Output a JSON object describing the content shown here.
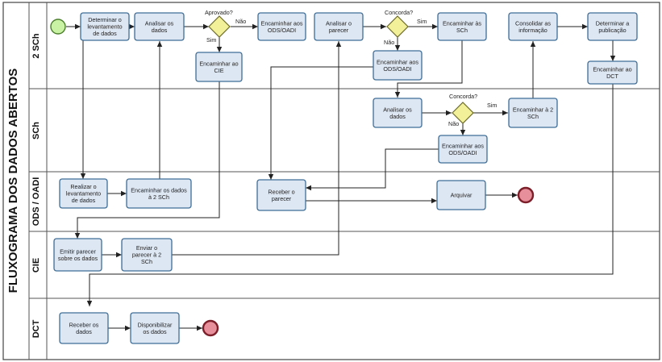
{
  "title": "FLUXOGRAMA DOS DADOS ABERTOS",
  "lanes": [
    {
      "id": "l2sch",
      "label": "2 SCh"
    },
    {
      "id": "lsch",
      "label": "SCh"
    },
    {
      "id": "lods",
      "label": "ODS / OADI"
    },
    {
      "id": "lcie",
      "label": "CIE"
    },
    {
      "id": "ldct",
      "label": "DCT"
    }
  ],
  "tasks": [
    {
      "id": "t1",
      "lines": [
        "Determinar o",
        "levantamento",
        "de dados"
      ]
    },
    {
      "id": "t2",
      "lines": [
        "Analisar os",
        "dados"
      ]
    },
    {
      "id": "t3",
      "lines": [
        "Encaminhar aos",
        "ODS/OADI"
      ]
    },
    {
      "id": "t4",
      "lines": [
        "Analisar o",
        "parecer"
      ]
    },
    {
      "id": "t5",
      "lines": [
        "Encaminhar às",
        "SCh"
      ]
    },
    {
      "id": "t6",
      "lines": [
        "Consolidar as",
        "informação"
      ]
    },
    {
      "id": "t7",
      "lines": [
        "Determinar a",
        "publicação"
      ]
    },
    {
      "id": "t8",
      "lines": [
        "Encaminhar ao",
        "CIE"
      ]
    },
    {
      "id": "t9",
      "lines": [
        "Encaminhar aos",
        "ODS/OADI"
      ]
    },
    {
      "id": "t10",
      "lines": [
        "Encaminhar ao",
        "DCT"
      ]
    },
    {
      "id": "t11",
      "lines": [
        "Analisar os",
        "dados"
      ]
    },
    {
      "id": "t12",
      "lines": [
        "Encaminhar à 2",
        "SCh"
      ]
    },
    {
      "id": "t13",
      "lines": [
        "Encaminhar aos",
        "ODS/OADI"
      ]
    },
    {
      "id": "t14",
      "lines": [
        "Realizar o",
        "levantamento",
        "de dados"
      ]
    },
    {
      "id": "t15",
      "lines": [
        "Encaminhar os dados",
        "à 2 SCh"
      ]
    },
    {
      "id": "t16",
      "lines": [
        "Receber o",
        "parecer"
      ]
    },
    {
      "id": "t17",
      "lines": [
        "Arquivar"
      ]
    },
    {
      "id": "t18",
      "lines": [
        "Emitir parecer",
        "sobre os dados"
      ]
    },
    {
      "id": "t19",
      "lines": [
        "Enviar o",
        "parecer à 2",
        "SCh"
      ]
    },
    {
      "id": "t20",
      "lines": [
        "Receber os",
        "dados"
      ]
    },
    {
      "id": "t21",
      "lines": [
        "Disponibilizar",
        "os dados"
      ]
    }
  ],
  "gateways": [
    {
      "id": "g1",
      "question": "Aprovado?",
      "yes": "Sim",
      "no": "Não"
    },
    {
      "id": "g2",
      "question": "Concorda?",
      "yes": "Sim",
      "no": "Não"
    },
    {
      "id": "g3",
      "question": "Concorda?",
      "yes": "Sim",
      "no": "Não"
    }
  ],
  "colors": {
    "task_fill": "#dde7f3",
    "task_border": "#3f6e97",
    "gateway_fill": "#f3f09a",
    "start_fill": "#c9f2a4",
    "end_fill": "#e7909b"
  }
}
